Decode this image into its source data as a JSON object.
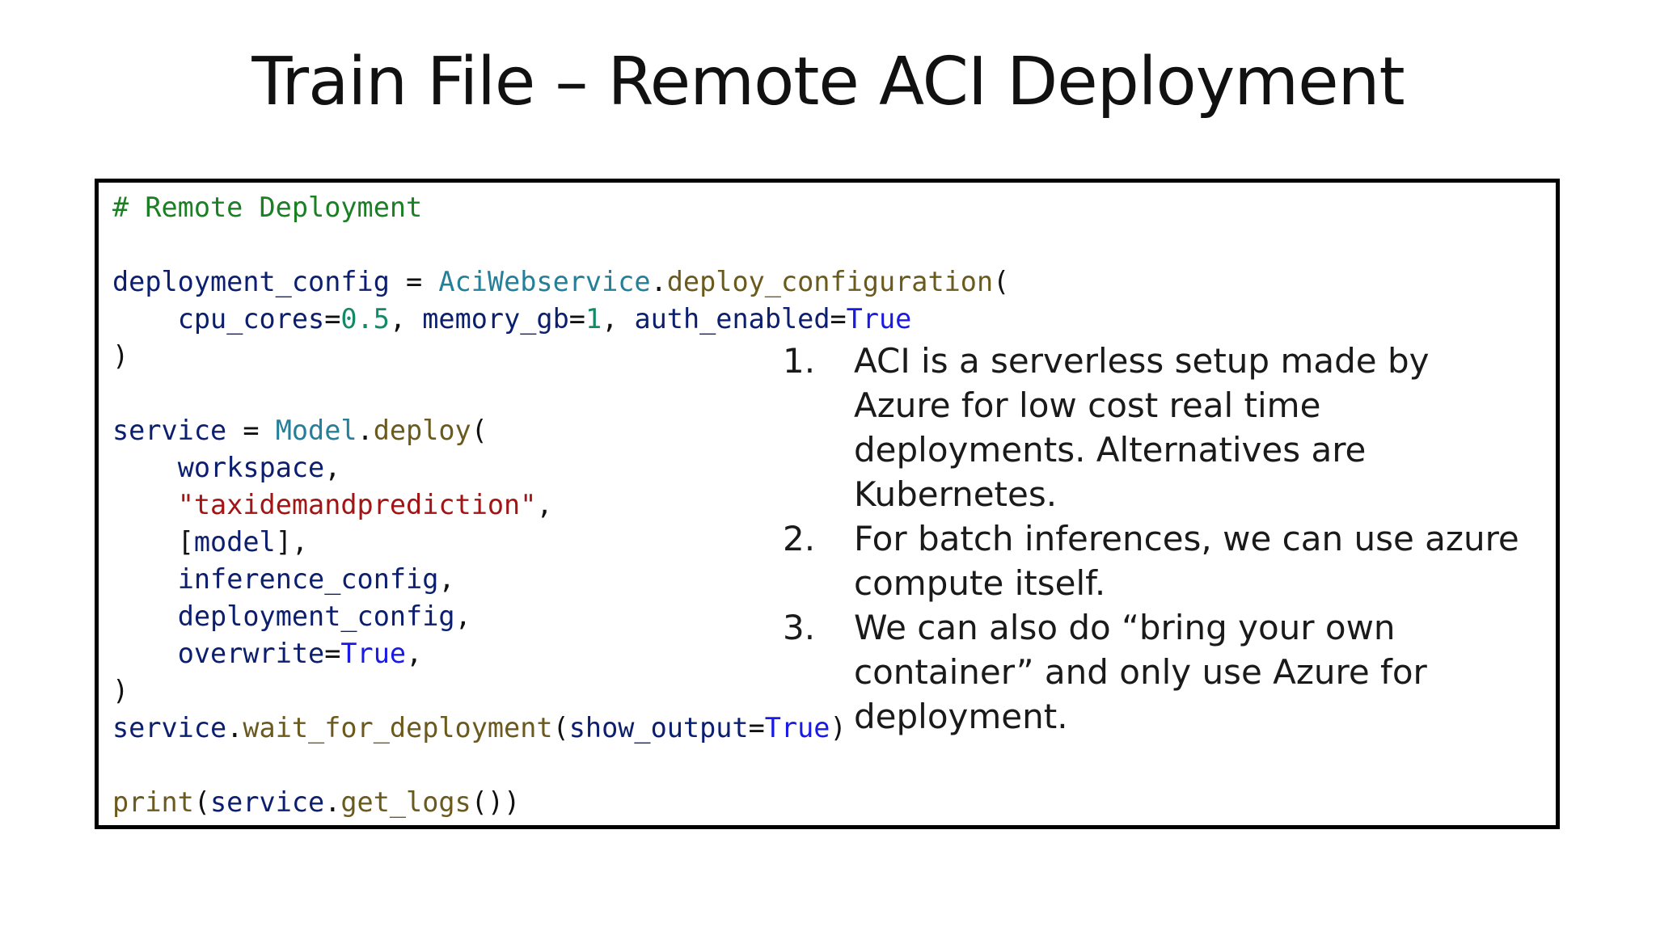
{
  "slide": {
    "title": "Train File – Remote ACI Deployment"
  },
  "code": {
    "lines": [
      [
        {
          "t": "# Remote Deployment",
          "k": "comment"
        }
      ],
      [],
      [
        {
          "t": "deployment_config",
          "k": "var"
        },
        {
          "t": " = ",
          "k": "plain"
        },
        {
          "t": "AciWebservice",
          "k": "class"
        },
        {
          "t": ".",
          "k": "plain"
        },
        {
          "t": "deploy_configuration",
          "k": "func"
        },
        {
          "t": "(",
          "k": "plain"
        }
      ],
      [
        {
          "t": "    ",
          "k": "plain"
        },
        {
          "t": "cpu_cores",
          "k": "var"
        },
        {
          "t": "=",
          "k": "plain"
        },
        {
          "t": "0.5",
          "k": "num"
        },
        {
          "t": ", ",
          "k": "plain"
        },
        {
          "t": "memory_gb",
          "k": "var"
        },
        {
          "t": "=",
          "k": "plain"
        },
        {
          "t": "1",
          "k": "num"
        },
        {
          "t": ", ",
          "k": "plain"
        },
        {
          "t": "auth_enabled",
          "k": "var"
        },
        {
          "t": "=",
          "k": "plain"
        },
        {
          "t": "True",
          "k": "kw"
        }
      ],
      [
        {
          "t": ")",
          "k": "plain"
        }
      ],
      [],
      [
        {
          "t": "service",
          "k": "var"
        },
        {
          "t": " = ",
          "k": "plain"
        },
        {
          "t": "Model",
          "k": "class"
        },
        {
          "t": ".",
          "k": "plain"
        },
        {
          "t": "deploy",
          "k": "func"
        },
        {
          "t": "(",
          "k": "plain"
        }
      ],
      [
        {
          "t": "    ",
          "k": "plain"
        },
        {
          "t": "workspace",
          "k": "var"
        },
        {
          "t": ",",
          "k": "plain"
        }
      ],
      [
        {
          "t": "    ",
          "k": "plain"
        },
        {
          "t": "\"taxidemandprediction\"",
          "k": "str"
        },
        {
          "t": ",",
          "k": "plain"
        }
      ],
      [
        {
          "t": "    ",
          "k": "plain"
        },
        {
          "t": "[",
          "k": "plain"
        },
        {
          "t": "model",
          "k": "var"
        },
        {
          "t": "],",
          "k": "plain"
        }
      ],
      [
        {
          "t": "    ",
          "k": "plain"
        },
        {
          "t": "inference_config",
          "k": "var"
        },
        {
          "t": ",",
          "k": "plain"
        }
      ],
      [
        {
          "t": "    ",
          "k": "plain"
        },
        {
          "t": "deployment_config",
          "k": "var"
        },
        {
          "t": ",",
          "k": "plain"
        }
      ],
      [
        {
          "t": "    ",
          "k": "plain"
        },
        {
          "t": "overwrite",
          "k": "var"
        },
        {
          "t": "=",
          "k": "plain"
        },
        {
          "t": "True",
          "k": "kw"
        },
        {
          "t": ",",
          "k": "plain"
        }
      ],
      [
        {
          "t": ")",
          "k": "plain"
        }
      ],
      [
        {
          "t": "service",
          "k": "var"
        },
        {
          "t": ".",
          "k": "plain"
        },
        {
          "t": "wait_for_deployment",
          "k": "func"
        },
        {
          "t": "(",
          "k": "plain"
        },
        {
          "t": "show_output",
          "k": "var"
        },
        {
          "t": "=",
          "k": "plain"
        },
        {
          "t": "True",
          "k": "kw"
        },
        {
          "t": ")",
          "k": "plain"
        }
      ],
      [],
      [
        {
          "t": "print",
          "k": "func"
        },
        {
          "t": "(",
          "k": "plain"
        },
        {
          "t": "service",
          "k": "var"
        },
        {
          "t": ".",
          "k": "plain"
        },
        {
          "t": "get_logs",
          "k": "func"
        },
        {
          "t": "())",
          "k": "plain"
        }
      ]
    ]
  },
  "notes": {
    "items": [
      {
        "number": "1.",
        "text": "ACI is a serverless setup made by Azure for low cost real time deployments. Alternatives are Kubernetes."
      },
      {
        "number": "2.",
        "text": "For batch inferences,  we can use azure compute itself."
      },
      {
        "number": "3.",
        "text": "We can also do “bring your own container” and only use Azure for deployment."
      }
    ]
  },
  "colors": {
    "comment": "#1b7f24",
    "variable": "#0b1f6e",
    "class": "#267f99",
    "function": "#6b5a1e",
    "number": "#128a68",
    "keyword": "#1a1ae6",
    "string": "#a31515"
  }
}
